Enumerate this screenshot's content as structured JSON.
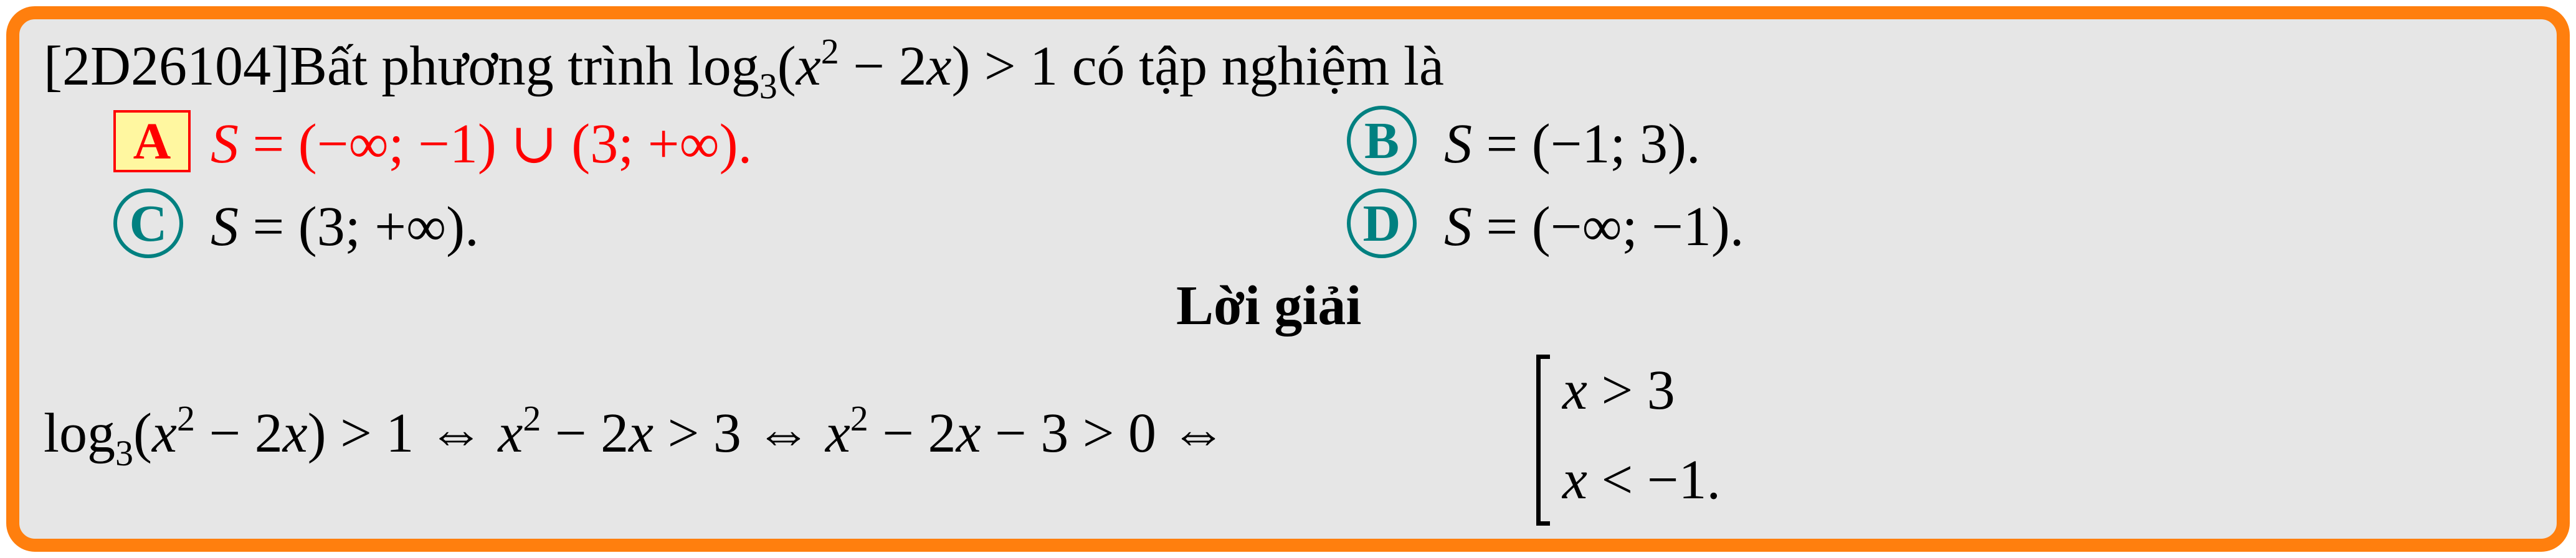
{
  "colors": {
    "border": "#ff7f0e",
    "background": "#e6e6e6",
    "correct": "#ff0000",
    "choice_circle": "#008080"
  },
  "question": {
    "id": "[2D26104]",
    "text_before": "Bất phương trình ",
    "log": "log",
    "base": "3",
    "mid1": "(",
    "x": "x",
    "exp": "2",
    "rest": " − 2",
    "x2": "x",
    "tail": ") > 1",
    "text_after": " có tập nghiệm là"
  },
  "choices": [
    {
      "letter": "A",
      "S": "S",
      "expr": " = (−∞; −1) ∪ (3; +∞).",
      "correct": true
    },
    {
      "letter": "B",
      "S": "S",
      "expr": " = (−1; 3).",
      "correct": false
    },
    {
      "letter": "C",
      "S": "S",
      "expr": " = (3; +∞).",
      "correct": false
    },
    {
      "letter": "D",
      "S": "S",
      "expr": " = (−∞; −1).",
      "correct": false
    }
  ],
  "solution": {
    "title": "Lời giải",
    "log": "log",
    "base": "3",
    "p1": "(",
    "x": "x",
    "exp": "2",
    "p2": " − 2",
    "p3": ") > 1 ⇔ ",
    "p4": " − 2",
    "p5": " > 3 ⇔ ",
    "p6": " − 2",
    "p7": " − 3 > 0 ⇔",
    "case1_rel": " > 3",
    "case2_rel": " < −1."
  }
}
